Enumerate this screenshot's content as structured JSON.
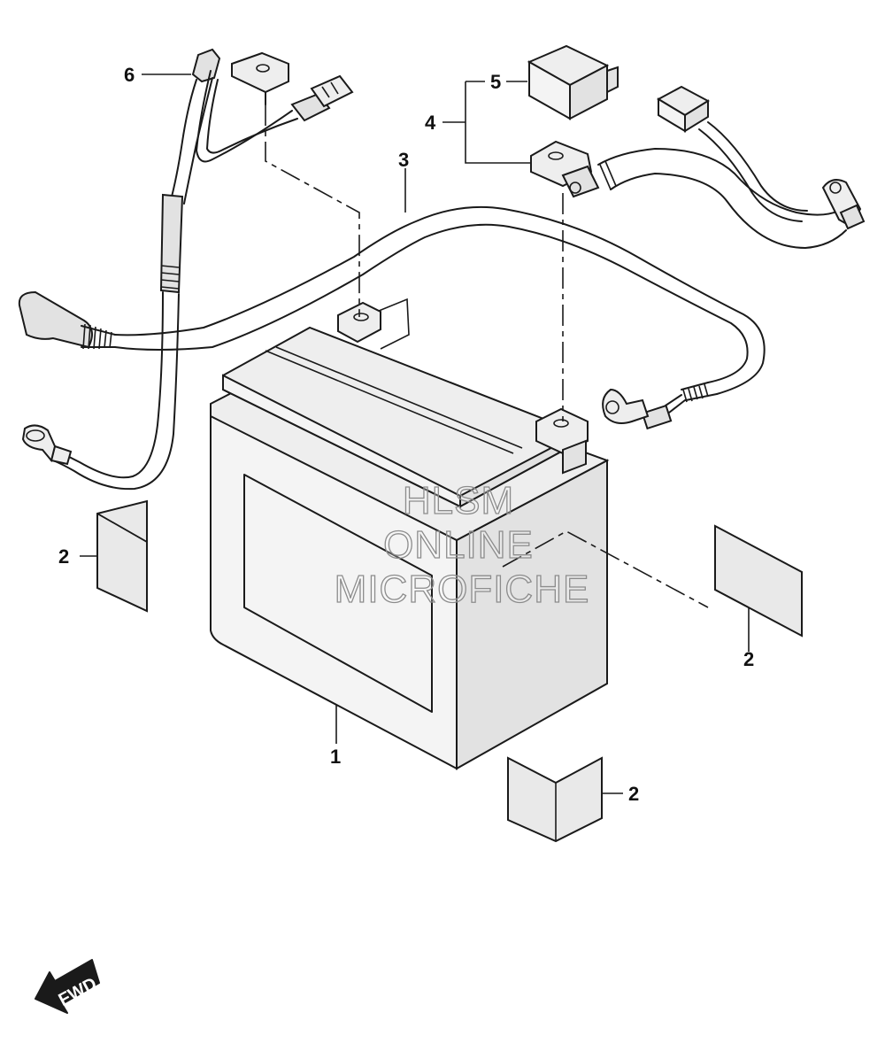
{
  "callouts": {
    "c1": "1",
    "c2a": "2",
    "c2b": "2",
    "c2c": "2",
    "c3": "3",
    "c4": "4",
    "c5": "5",
    "c6": "6"
  },
  "watermark": {
    "line1": "HLSM",
    "line2": "ONLINE",
    "line3": "MICROFICHE"
  },
  "direction_badge": {
    "label": "FWD"
  }
}
